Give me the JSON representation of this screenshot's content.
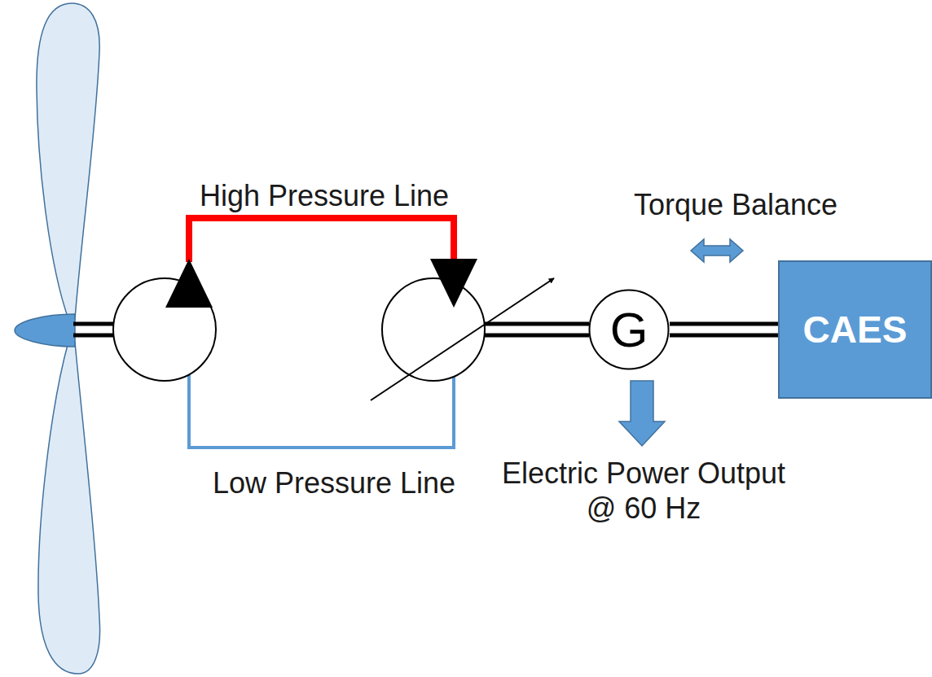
{
  "diagram": {
    "nodes": [
      {
        "text": [
          "G"
        ]
      },
      {
        "text": [
          "CAES"
        ]
      }
    ],
    "edges": [
      {
        "from": 0,
        "to": 1,
        "arrow": "none"
      }
    ],
    "labels": [
      "High Pressure Line",
      "Low Pressure Line",
      "Torque Balance",
      "Electric Power Output @ 60 Hz"
    ]
  }
}
